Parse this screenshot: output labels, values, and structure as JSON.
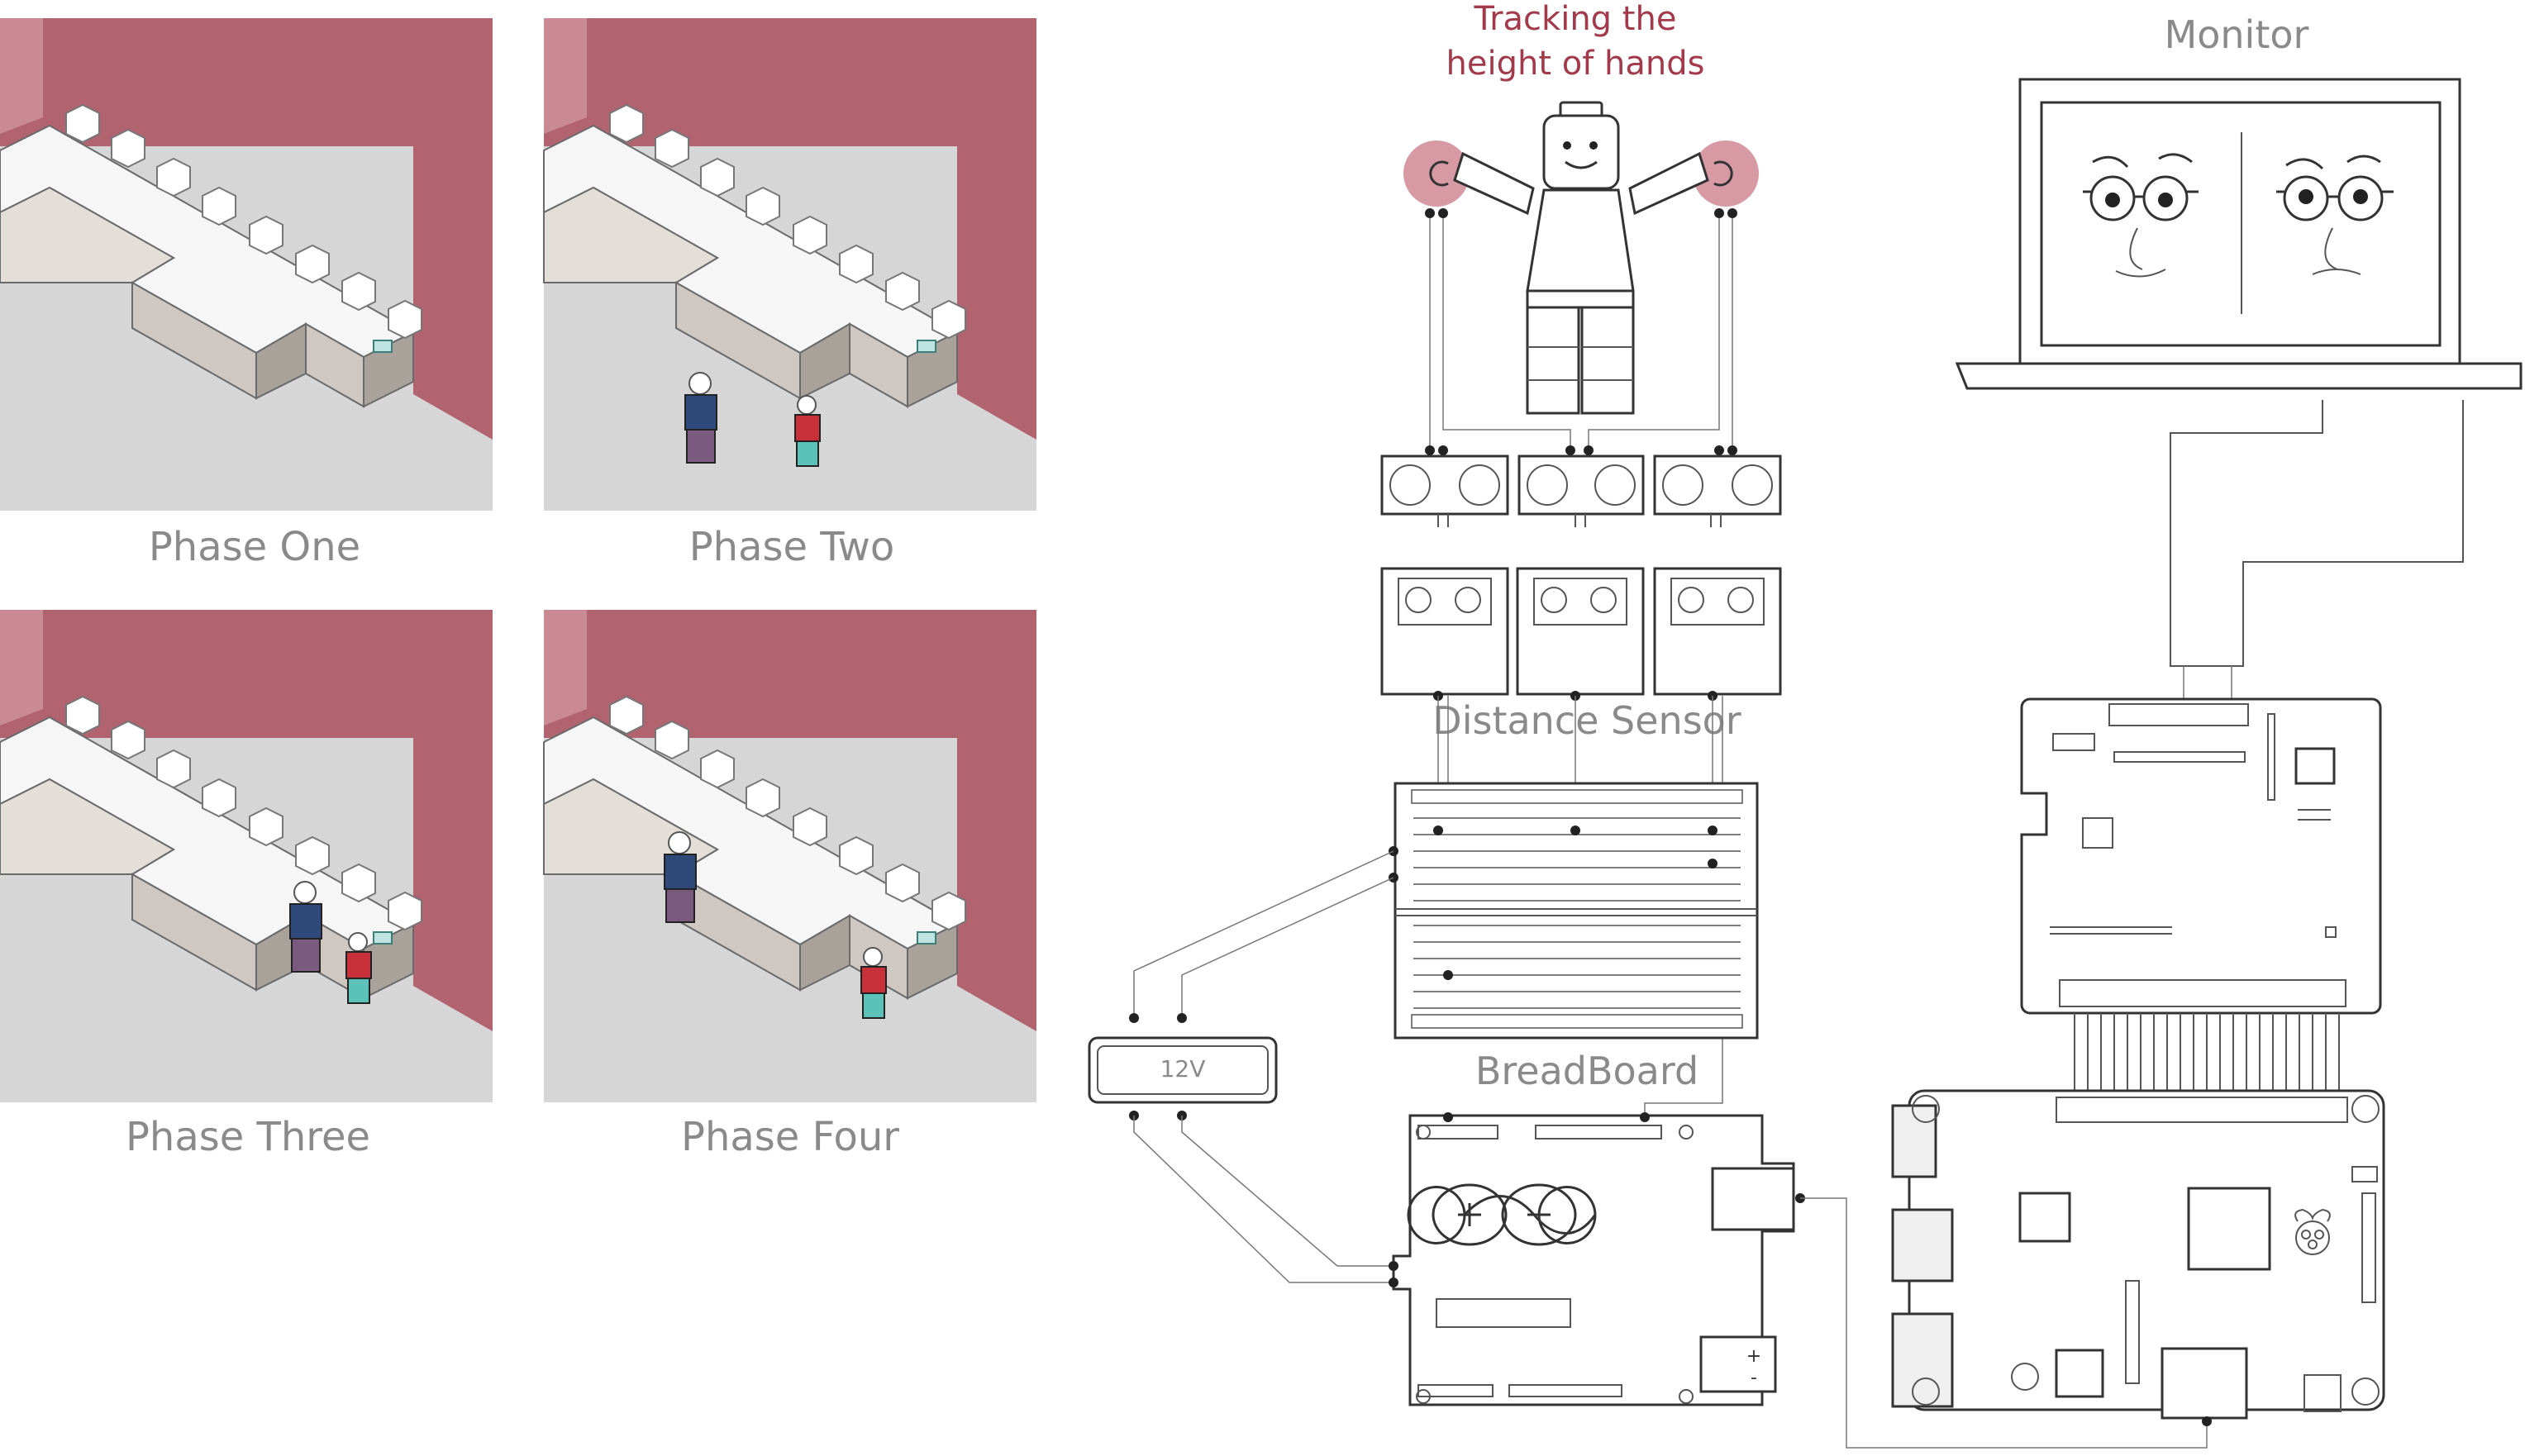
{
  "phases": {
    "one": "Phase One",
    "two": "Phase Two",
    "three": "Phase Three",
    "four": "Phase Four"
  },
  "labels": {
    "tracking_line1": "Tracking the",
    "tracking_line2": "height of hands",
    "monitor": "Monitor",
    "distance_sensor": "Distance Sensor",
    "breadboard": "BreadBoard",
    "power": "12V",
    "plus": "+",
    "minus": "-"
  },
  "colors": {
    "wall": "#b1636f",
    "floor": "#d6d6d6",
    "accent_red": "#a33a4c",
    "hand_tracker": "#d79aa4",
    "label_grey": "#8a8a8a"
  },
  "icons": [
    "arduino-logo-icon",
    "raspberry-pi-logo-icon",
    "lego-figure-icon",
    "face-icon"
  ]
}
